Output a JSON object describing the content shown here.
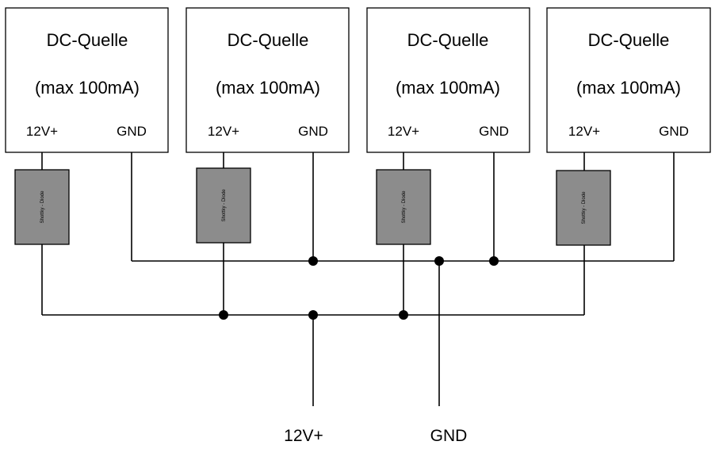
{
  "sources": [
    {
      "title": "DC-Quelle",
      "rating": "(max 100mA)",
      "pos_label": "12V+",
      "gnd_label": "GND",
      "diode_label": "Shottky - Diode"
    },
    {
      "title": "DC-Quelle",
      "rating": "(max 100mA)",
      "pos_label": "12V+",
      "gnd_label": "GND",
      "diode_label": "Shottky - Diode"
    },
    {
      "title": "DC-Quelle",
      "rating": "(max 100mA)",
      "pos_label": "12V+",
      "gnd_label": "GND",
      "diode_label": "Shottky - Diode"
    },
    {
      "title": "DC-Quelle",
      "rating": "(max 100mA)",
      "pos_label": "12V+",
      "gnd_label": "GND",
      "diode_label": "Shottky - Diode"
    }
  ],
  "outputs": {
    "positive": "12V+",
    "ground": "GND"
  }
}
